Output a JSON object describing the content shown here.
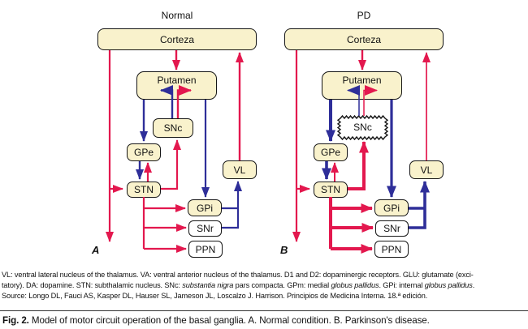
{
  "figure": {
    "panels": [
      {
        "title": "Normal",
        "side_label": "A",
        "boxes": {
          "corteza": "Corteza",
          "putamen": "Putamen",
          "snc": "SNc",
          "gpe": "GPe",
          "stn": "STN",
          "vl": "VL",
          "gpi": "GPi",
          "snr": "SNr",
          "ppn": "PPN"
        }
      },
      {
        "title": "PD",
        "side_label": "B",
        "boxes": {
          "corteza": "Corteza",
          "putamen": "Putamen",
          "snc": "SNc",
          "gpe": "GPe",
          "stn": "STN",
          "vl": "VL",
          "gpi": "GPi",
          "snr": "SNr",
          "ppn": "PPN"
        }
      }
    ],
    "colors": {
      "excitatory_red": "#e3184e",
      "inhibitory_blue": "#2e2e99",
      "box_fill": "#f9f2cc"
    }
  },
  "caption": {
    "line1": "VL: ventral lateral nucleus of the thalamus. VA: ventral anterior nucleus of the thalamus. D1 and D2: dopaminergic receptors. GLU: glutamate (exci-",
    "line2_parts": {
      "p1": "tatory). DA: dopamine. STN: subthalamic nucleus. SNc: ",
      "i1": "substantia nigra",
      "p2": " pars compacta. GPm: medial ",
      "i2": "globus pallidus",
      "p3": ". GPi: internal ",
      "i3": "globus pallidus",
      "p4": "."
    },
    "line3": "Source: Longo DL, Fauci AS, Kasper DL, Hauser SL, Jameson JL, Loscalzo J. Harrison. Principios de Medicina Interna. 18.ª edición."
  },
  "fig_caption": {
    "label": "Fig. 2.",
    "text": " Model of motor circuit operation of the basal ganglia. A. Normal condition. B. Parkinson's disease."
  }
}
